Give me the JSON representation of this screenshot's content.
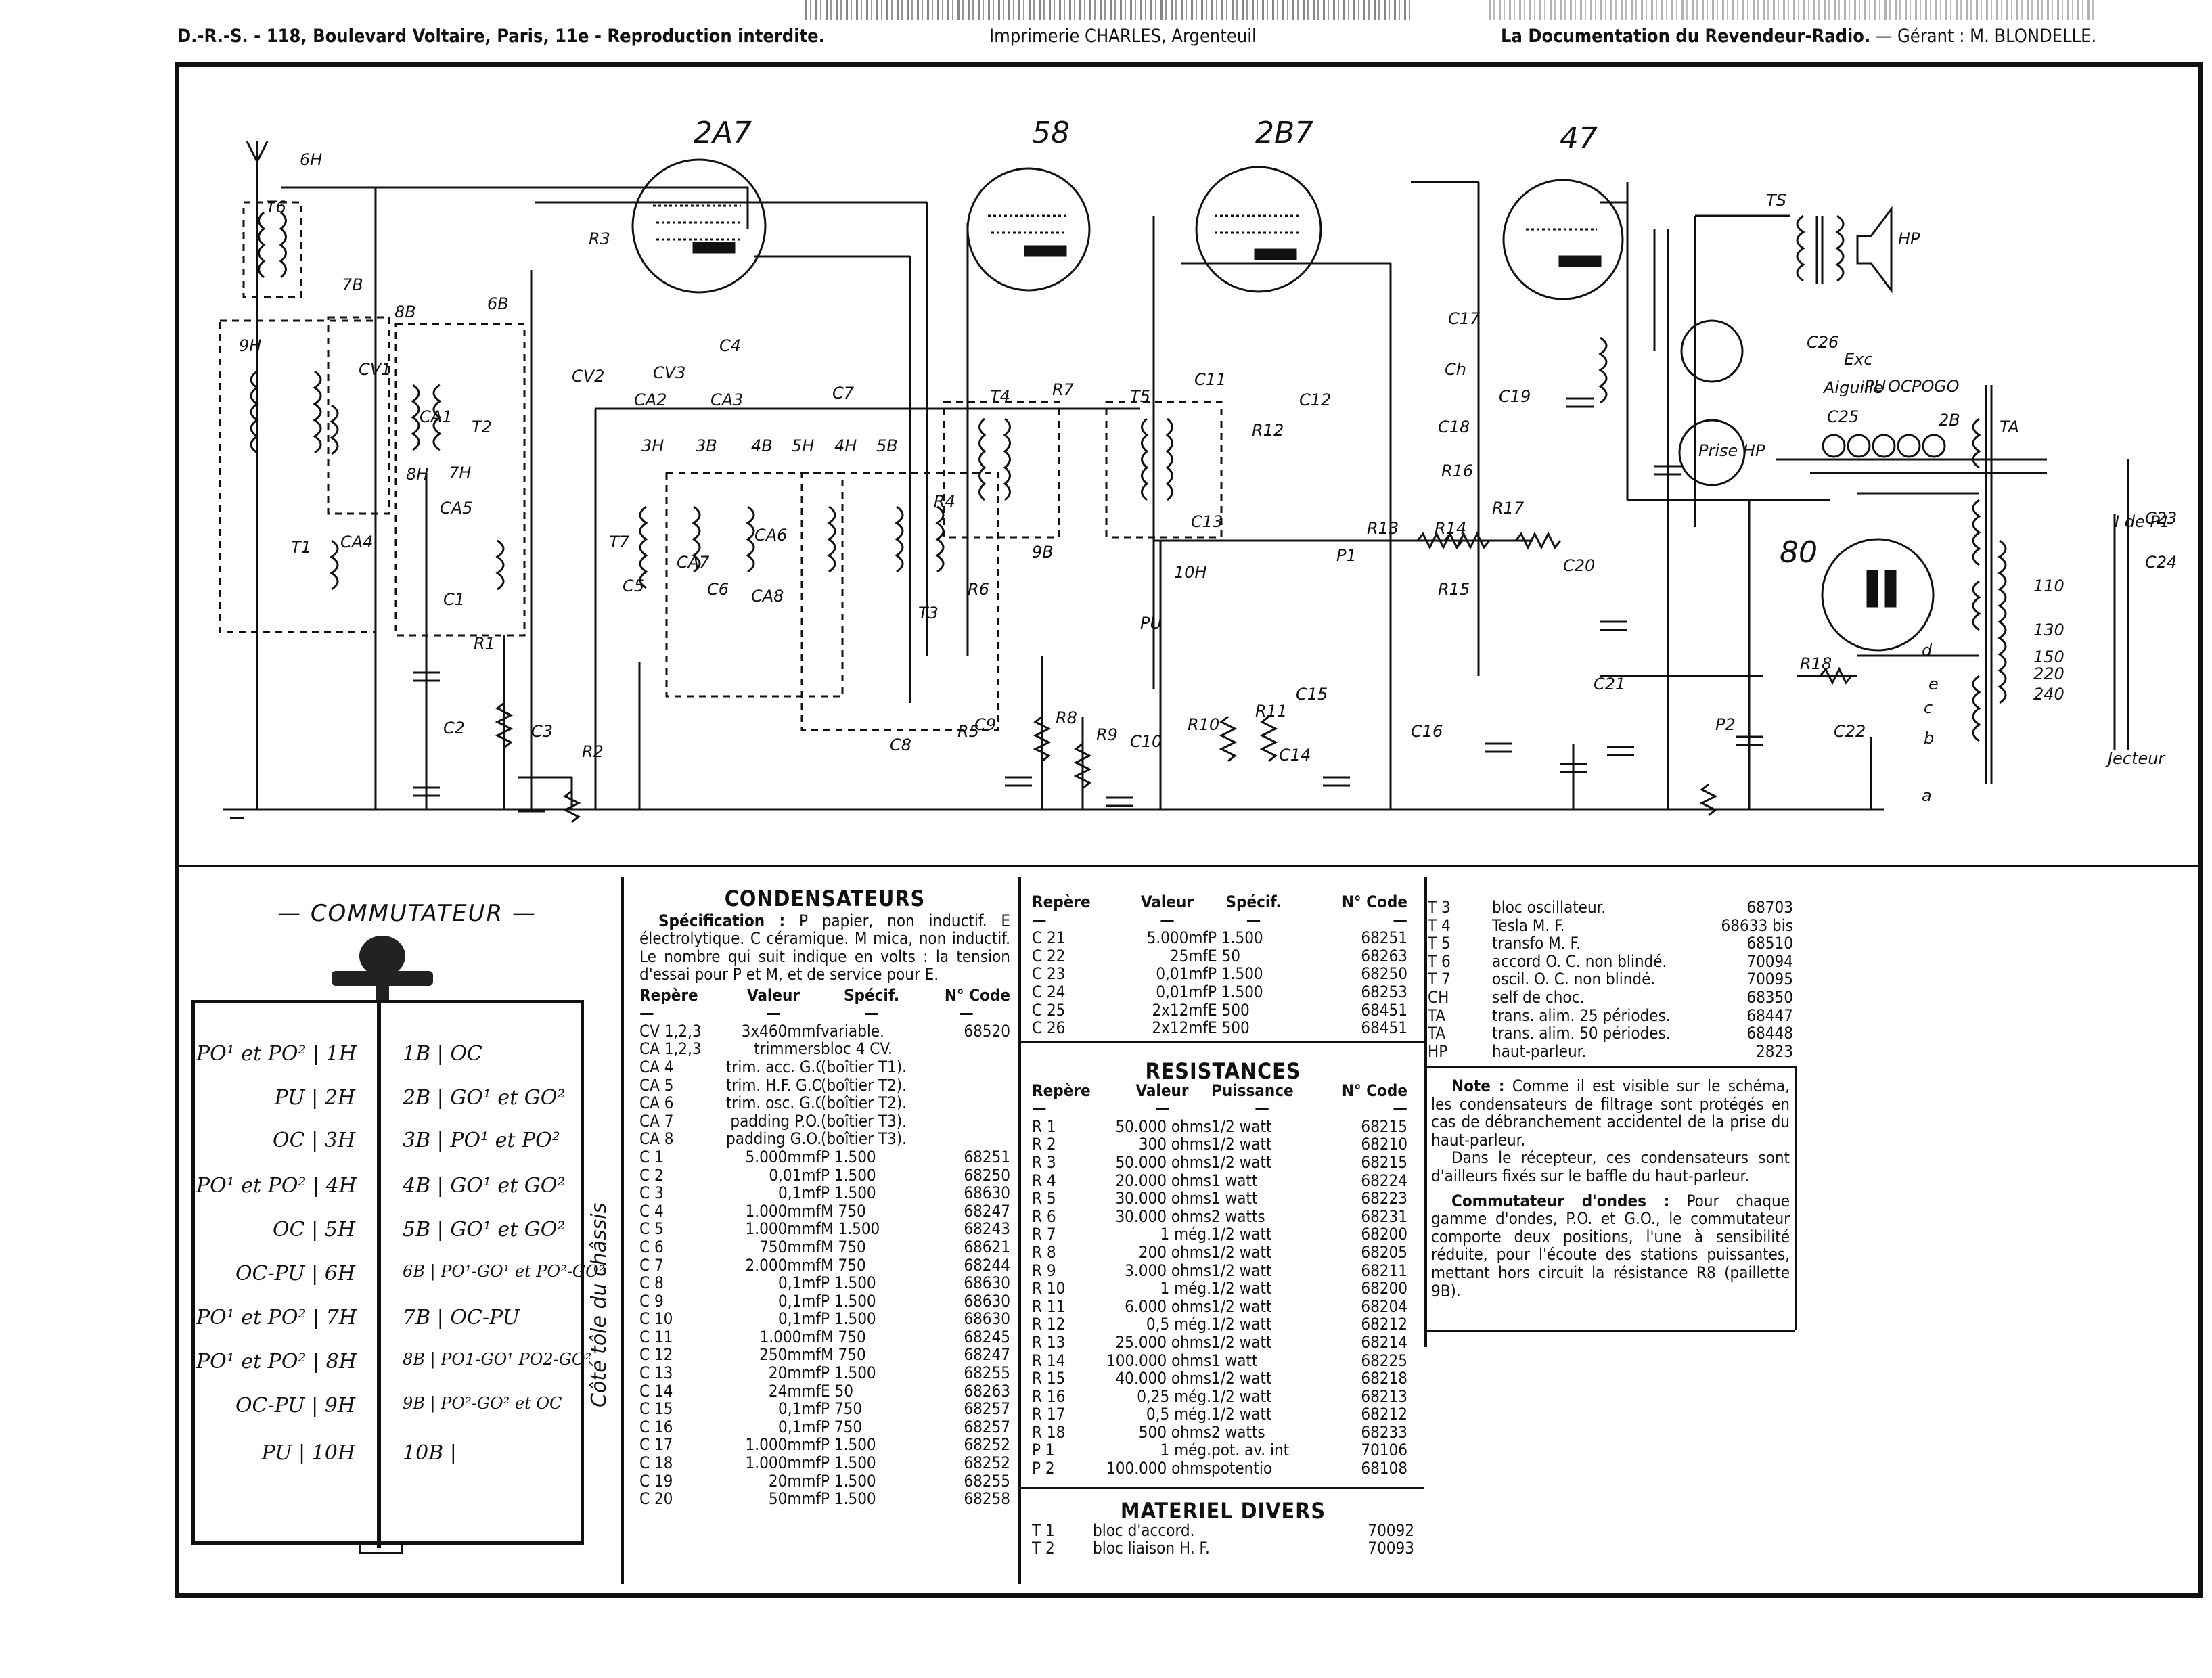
{
  "header": {
    "left": "D.-R.-S. - 118, Boulevard Voltaire, Paris, 11e - Reproduction interdite.",
    "center": "Imprimerie CHARLES, Argenteuil",
    "right_bold": "La Documentation du Revendeur-Radio.",
    "right_tail": "— Gérant : M. BLONDELLE."
  },
  "schematic": {
    "tubes": [
      "2A7",
      "58",
      "2B7",
      "47",
      "80"
    ],
    "labels": {
      "t6": "T6",
      "t1": "T1",
      "t2": "T2",
      "t3": "T3",
      "t4": "T4",
      "t5": "T5",
      "t7": "T7",
      "ts": "TS",
      "ta": "TA",
      "hp": "HP",
      "exc": "Exc",
      "ch": "Ch",
      "pu": "PU",
      "prise": "Prise HP",
      "p1": "P1",
      "p2": "P2",
      "jecteur": "Jecteur",
      "ldeP1": "I de P1",
      "aiguille": "Aiguille",
      "r1": "R1",
      "r2": "R2",
      "r3": "R3",
      "r4": "R4",
      "r5": "R5",
      "r6": "R6",
      "r7": "R7",
      "r8": "R8",
      "r9": "R9",
      "r10": "R10",
      "r11": "R11",
      "r12": "R12",
      "r13": "R13",
      "r14": "R14",
      "r15": "R15",
      "r16": "R16",
      "r17": "R17",
      "r18": "R18",
      "c1": "C1",
      "c2": "C2",
      "c3": "C3",
      "c4": "C4",
      "c5": "C5",
      "c6": "C6",
      "c7": "C7",
      "c8": "C8",
      "c9": "C9",
      "c10": "C10",
      "c11": "C11",
      "c12": "C12",
      "c13": "C13",
      "c14": "C14",
      "c15": "C15",
      "c16": "C16",
      "c17": "C17",
      "c18": "C18",
      "c19": "C19",
      "c20": "C20",
      "c21": "C21",
      "c22": "C22",
      "c23": "C23",
      "c24": "C24",
      "c25": "C25",
      "c26": "C26",
      "cv1": "CV1",
      "cv2": "CV2",
      "cv3": "CV3",
      "ca1": "CA1",
      "ca2": "CA2",
      "ca3": "CA3",
      "ca4": "CA4",
      "ca5": "CA5",
      "ca6": "CA6",
      "ca7": "CA7",
      "ca8": "CA8",
      "s6h": "6H",
      "s7b": "7B",
      "s8b": "8B",
      "s6b": "6B",
      "s9h": "9H",
      "s8h": "8H",
      "s7h": "7H",
      "s3h": "3H",
      "s3b": "3B",
      "s4b": "4B",
      "s5h": "5H",
      "s4h": "4H",
      "s5b": "5B",
      "s9b": "9B",
      "s10h": "10H",
      "v110": "110",
      "v130": "130",
      "v150": "150",
      "v220": "220",
      "v240": "240",
      "pa": "a",
      "pb": "b",
      "pc": "c",
      "pd": "d",
      "pe": "e",
      "sw_pu": "PU",
      "sw_oc": "OC",
      "sw_po": "PO",
      "sw_go": "GO",
      "sw_2b": "2B"
    }
  },
  "commutateur": {
    "title": "COMMUTATEUR",
    "side_note": "Côté tôle du châssis",
    "left": [
      {
        "txt": "PO¹ et PO²",
        "pos": "1H"
      },
      {
        "txt": "PU",
        "pos": "2H"
      },
      {
        "txt": "OC",
        "pos": "3H"
      },
      {
        "txt": "PO¹ et PO²",
        "pos": "4H"
      },
      {
        "txt": "OC",
        "pos": "5H"
      },
      {
        "txt": "OC-PU",
        "pos": "6H"
      },
      {
        "txt": "PO¹ et PO²",
        "pos": "7H"
      },
      {
        "txt": "PO¹ et PO²",
        "pos": "8H"
      },
      {
        "txt": "OC-PU",
        "pos": "9H"
      },
      {
        "txt": "PU",
        "pos": "10H"
      }
    ],
    "right": [
      {
        "pos": "1B",
        "txt": "OC"
      },
      {
        "pos": "2B",
        "txt": "GO¹ et GO²"
      },
      {
        "pos": "3B",
        "txt": "PO¹ et PO²"
      },
      {
        "pos": "4B",
        "txt": "GO¹ et GO²"
      },
      {
        "pos": "5B",
        "txt": "GO¹ et GO²"
      },
      {
        "pos": "6B",
        "txt": "PO¹-GO¹ et PO²-GO²"
      },
      {
        "pos": "7B",
        "txt": "OC-PU"
      },
      {
        "pos": "8B",
        "txt": "PO1-GO¹ PO2-GO²"
      },
      {
        "pos": "9B",
        "txt": "PO²-GO² et OC"
      },
      {
        "pos": "10B",
        "txt": ""
      }
    ]
  },
  "condensateurs": {
    "title": "CONDENSATEURS",
    "spec_label": "Spécification :",
    "spec_text": "P papier, non inductif. E électrolytique. C céramique. M mica, non inductif. Le nombre qui suit indique en volts : la tension d'essai pour P et M, et de service pour E.",
    "headers": [
      "Repère",
      "Valeur",
      "Spécif.",
      "N° Code"
    ],
    "rows": [
      [
        "CV 1,2,3",
        "3x460mmf",
        "variable.",
        "68520"
      ],
      [
        "CA 1,2,3",
        "trimmers",
        "bloc 4 CV.",
        ""
      ],
      [
        "CA 4",
        "trim. acc. G.O.",
        "(boîtier T1).",
        ""
      ],
      [
        "CA 5",
        "trim. H.F. G.O.",
        "(boîtier T2).",
        ""
      ],
      [
        "CA 6",
        "trim. osc. G.O.",
        "(boîtier T2).",
        ""
      ],
      [
        "CA 7",
        "padding P.O.",
        "(boîtier T3).",
        ""
      ],
      [
        "CA 8",
        "padding G.O.",
        "(boîtier T3).",
        ""
      ],
      [
        "C 1",
        "5.000mmf",
        "P 1.500",
        "68251"
      ],
      [
        "C 2",
        "0,01mf",
        "P 1.500",
        "68250"
      ],
      [
        "C 3",
        "0,1mf",
        "P 1.500",
        "68630"
      ],
      [
        "C 4",
        "1.000mmf",
        "M 750",
        "68247"
      ],
      [
        "C 5",
        "1.000mmf",
        "M 1.500",
        "68243"
      ],
      [
        "C 6",
        "750mmf",
        "M 750",
        "68621"
      ],
      [
        "C 7",
        "2.000mmf",
        "M 750",
        "68244"
      ],
      [
        "C 8",
        "0,1mf",
        "P 1.500",
        "68630"
      ],
      [
        "C 9",
        "0,1mf",
        "P 1.500",
        "68630"
      ],
      [
        "C 10",
        "0,1mf",
        "P 1.500",
        "68630"
      ],
      [
        "C 11",
        "1.000mf",
        "M 750",
        "68245"
      ],
      [
        "C 12",
        "250mmf",
        "M 750",
        "68247"
      ],
      [
        "C 13",
        "20mmf",
        "P 1.500",
        "68255"
      ],
      [
        "C 14",
        "24mmf",
        "E 50",
        "68263"
      ],
      [
        "C 15",
        "0,1mf",
        "P 750",
        "68257"
      ],
      [
        "C 16",
        "0,1mf",
        "P 750",
        "68257"
      ],
      [
        "C 17",
        "1.000mmf",
        "P 1.500",
        "68252"
      ],
      [
        "C 18",
        "1.000mmf",
        "P 1.500",
        "68252"
      ],
      [
        "C 19",
        "20mmf",
        "P 1.500",
        "68255"
      ],
      [
        "C 20",
        "50mmf",
        "P 1.500",
        "68258"
      ]
    ]
  },
  "condensateurs2": {
    "headers": [
      "Repère",
      "Valeur",
      "Spécif.",
      "N° Code"
    ],
    "rows": [
      [
        "C 21",
        "5.000mf",
        "P 1.500",
        "68251"
      ],
      [
        "C 22",
        "25mf",
        "E 50",
        "68263"
      ],
      [
        "C 23",
        "0,01mf",
        "P 1.500",
        "68250"
      ],
      [
        "C 24",
        "0,01mf",
        "P 1.500",
        "68253"
      ],
      [
        "C 25",
        "2x12mf",
        "E 500",
        "68451"
      ],
      [
        "C 26",
        "2x12mf",
        "E 500",
        "68451"
      ]
    ]
  },
  "resistances": {
    "title": "RESISTANCES",
    "headers": [
      "Repère",
      "Valeur",
      "Puissance",
      "N° Code"
    ],
    "rows": [
      [
        "R 1",
        "50.000 ohms",
        "1/2 watt",
        "68215"
      ],
      [
        "R 2",
        "300 ohms",
        "1/2 watt",
        "68210"
      ],
      [
        "R 3",
        "50.000 ohms",
        "1/2 watt",
        "68215"
      ],
      [
        "R 4",
        "20.000 ohms",
        "1 watt",
        "68224"
      ],
      [
        "R 5",
        "30.000 ohms",
        "1 watt",
        "68223"
      ],
      [
        "R 6",
        "30.000 ohms",
        "2 watts",
        "68231"
      ],
      [
        "R 7",
        "1 még.",
        "1/2 watt",
        "68200"
      ],
      [
        "R 8",
        "200 ohms",
        "1/2 watt",
        "68205"
      ],
      [
        "R 9",
        "3.000 ohms",
        "1/2 watt",
        "68211"
      ],
      [
        "R 10",
        "1 még.",
        "1/2 watt",
        "68200"
      ],
      [
        "R 11",
        "6.000 ohms",
        "1/2 watt",
        "68204"
      ],
      [
        "R 12",
        "0,5 még.",
        "1/2 watt",
        "68212"
      ],
      [
        "R 13",
        "25.000 ohms",
        "1/2 watt",
        "68214"
      ],
      [
        "R 14",
        "100.000 ohms",
        "1 watt",
        "68225"
      ],
      [
        "R 15",
        "40.000 ohms",
        "1/2 watt",
        "68218"
      ],
      [
        "R 16",
        "0,25 még.",
        "1/2 watt",
        "68213"
      ],
      [
        "R 17",
        "0,5 még.",
        "1/2 watt",
        "68212"
      ],
      [
        "R 18",
        "500 ohms",
        "2 watts",
        "68233"
      ],
      [
        "P 1",
        "1 még.",
        "pot. av. int",
        "70106"
      ],
      [
        "P 2",
        "100.000 ohms",
        "potentio",
        "68108"
      ]
    ]
  },
  "materiel": {
    "title": "MATERIEL DIVERS",
    "rows": [
      [
        "T 1",
        "bloc d'accord.",
        "70092"
      ],
      [
        "T 2",
        "bloc liaison H. F.",
        "70093"
      ],
      [
        "T 3",
        "bloc oscillateur.",
        "68703"
      ],
      [
        "T 4",
        "Tesla M. F.",
        "68633 bis"
      ],
      [
        "T 5",
        "transfo M. F.",
        "68510"
      ],
      [
        "T 6",
        "accord O. C. non blindé.",
        "70094"
      ],
      [
        "T 7",
        "oscil. O. C. non blindé.",
        "70095"
      ],
      [
        "CH",
        "self de choc.",
        "68350"
      ],
      [
        "TA",
        "trans. alim. 25 périodes.",
        "68447"
      ],
      [
        "TA",
        "trans. alim. 50 périodes.",
        "68448"
      ],
      [
        "HP",
        "haut-parleur.",
        "2823"
      ]
    ]
  },
  "notes": {
    "note_label": "Note :",
    "note_text": "Comme il est visible sur le schéma, les condensateurs de filtrage sont protégés en cas de débranchement accidentel de la prise du haut-parleur.",
    "note_text2": "Dans le récepteur, ces condensateurs sont d'ailleurs fixés sur le baffle du haut-parleur.",
    "comm_label": "Commutateur d'ondes :",
    "comm_text": "Pour chaque gamme d'ondes, P.O. et G.O., le commutateur comporte deux positions, l'une à sensibilité réduite, pour l'écoute des stations puissantes, mettant hors circuit la résistance R8 (paillette 9B)."
  }
}
